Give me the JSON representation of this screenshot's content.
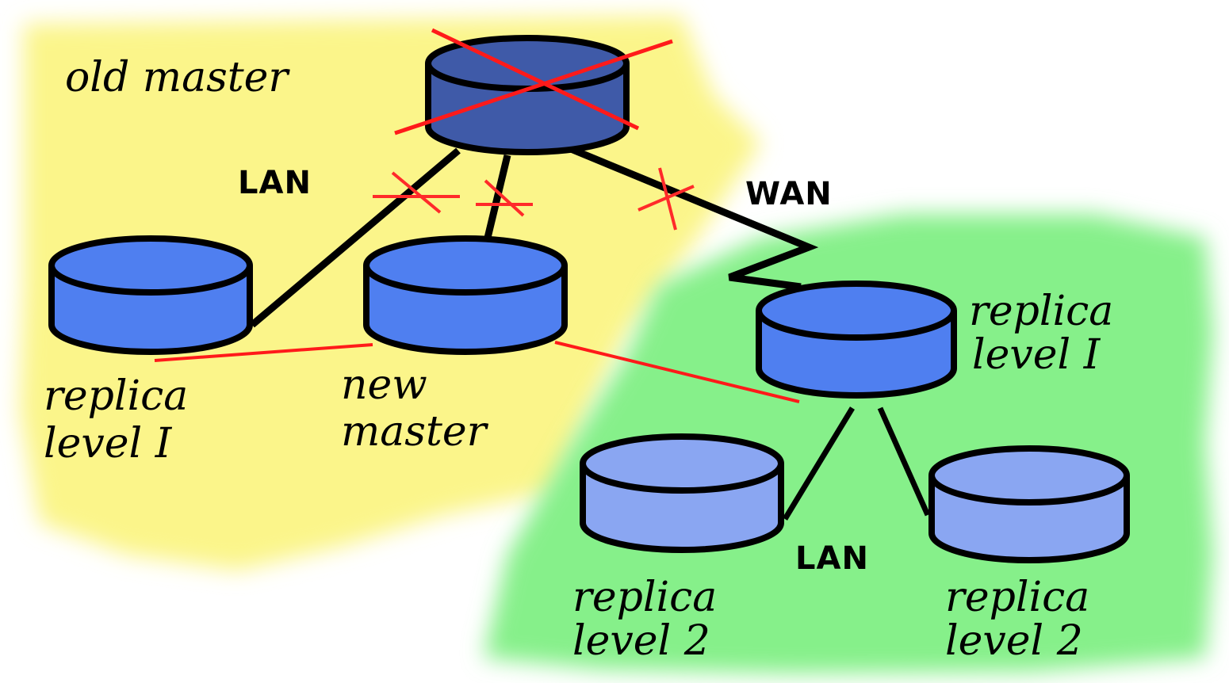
{
  "diagram": {
    "nodes": {
      "old_master": {
        "label": "old master",
        "status": "failed"
      },
      "new_master": {
        "label_line1": "new",
        "label_line2": "master"
      },
      "replica_l1_left": {
        "label_line1": "replica",
        "label_line2": "level I"
      },
      "replica_l1_right": {
        "label_line1": "replica",
        "label_line2": "level I"
      },
      "replica_l2_left": {
        "label_line1": "replica",
        "label_line2": "level 2"
      },
      "replica_l2_right": {
        "label_line1": "replica",
        "label_line2": "level 2"
      }
    },
    "links": {
      "lan_top": "LAN",
      "wan": "WAN",
      "lan_bottom": "LAN"
    },
    "colors": {
      "site_a_background": "#fbf58a",
      "site_b_background": "#86f08a",
      "old_master_fill": "#3f5aa8",
      "replica_l1_fill": "#4f7ff0",
      "replica_l2_fill": "#8aa6f2",
      "failure_mark": "#ff2a2a",
      "new_link": "#ff1a1a",
      "outline": "#000000"
    }
  }
}
